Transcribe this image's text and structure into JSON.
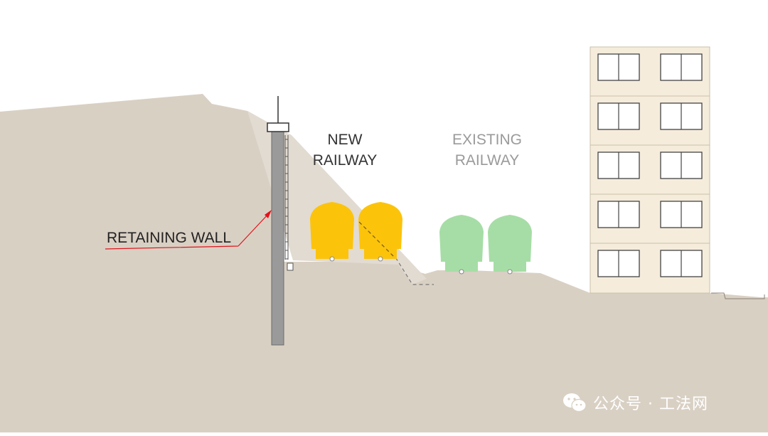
{
  "labels": {
    "new_railway": [
      "NEW",
      "RAILWAY"
    ],
    "existing_railway": [
      "EXISTING",
      "RAILWAY"
    ],
    "retaining_wall": "RETAINING WALL"
  },
  "watermark": {
    "text": "公众号 · 工法网",
    "icon": "wechat-icon"
  },
  "colors": {
    "ground": "#d9d0c4",
    "slope_overlay": "#e2dbd1",
    "building": "#f5ecdc",
    "new_train": "#fcc30b",
    "existing_train": "#a6dda6",
    "pile": "#9a9a9a",
    "leader": "#e0141c"
  },
  "building": {
    "floors": 5,
    "windows_per_floor": 2
  },
  "trains": {
    "new_count": 2,
    "existing_count": 2
  }
}
